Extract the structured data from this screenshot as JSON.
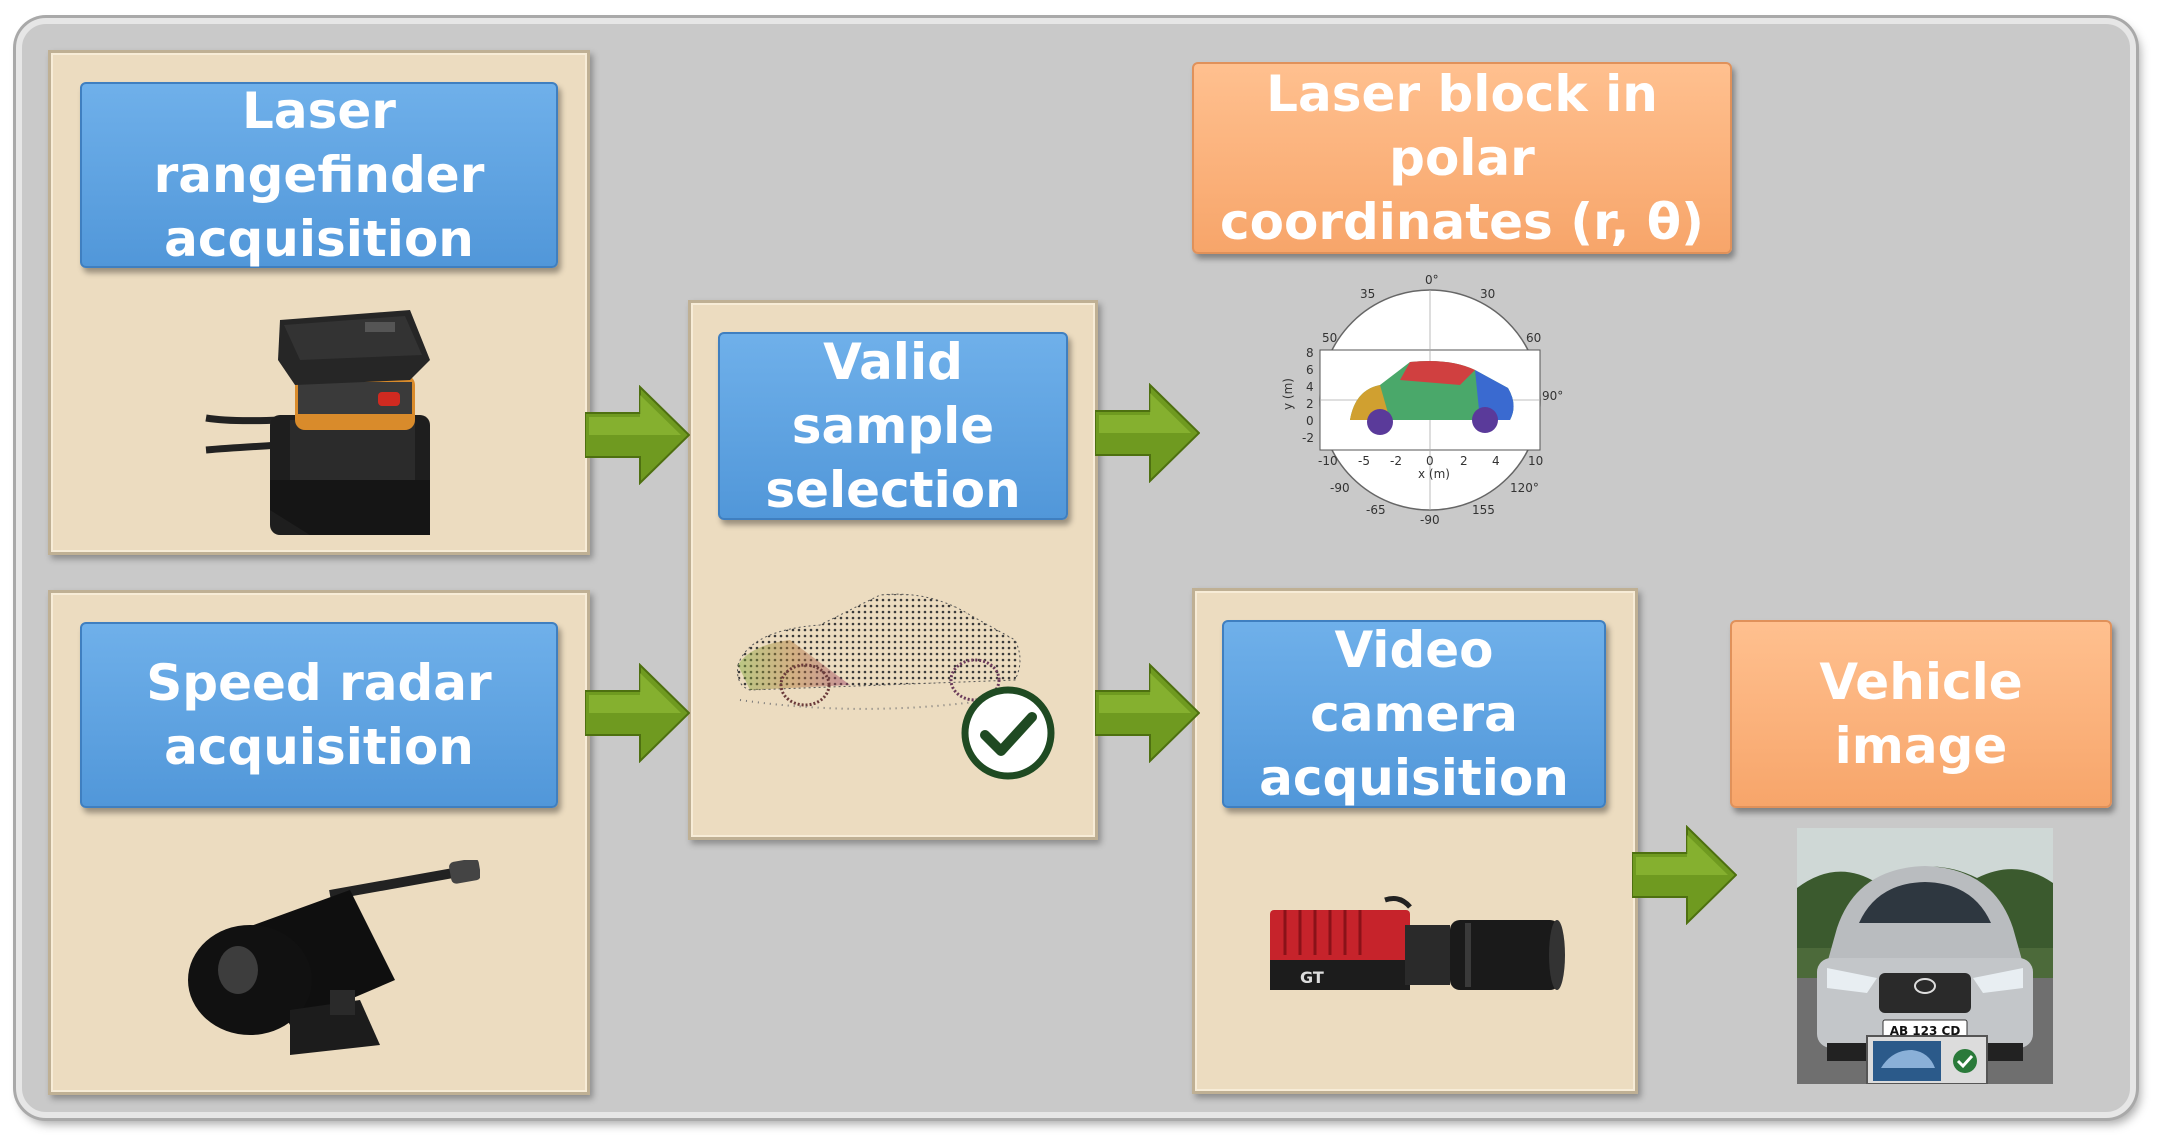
{
  "nodes": {
    "laser": {
      "label_line1": "Laser rangefinder",
      "label_line2": "acquisition"
    },
    "radar": {
      "label_line1": "Speed radar",
      "label_line2": "acquisition"
    },
    "valid": {
      "label_line1": "Valid sample",
      "label_line2": "selection"
    },
    "polar": {
      "label_line1": "Laser block in polar",
      "label_line2": "coordinates (r, θ)"
    },
    "video": {
      "label_line1": "Video camera",
      "label_line2": "acquisition"
    },
    "vehicle": {
      "label": "Vehicle image"
    }
  },
  "polar_plot": {
    "angle_labels": [
      "0°",
      "30",
      "35",
      "50",
      "60",
      "90°",
      "120°",
      "155",
      "-90",
      "-65",
      "-90"
    ],
    "x_ticks": [
      "-10",
      "-5",
      "-2",
      "0",
      "2",
      "4",
      "10"
    ],
    "y_ticks": [
      "-2",
      "0",
      "2",
      "4",
      "6",
      "8"
    ],
    "xlabel": "x (m)",
    "ylabel": "y (m)"
  },
  "vehicle_plate": "AB 123 CD",
  "camera_brand": "GT",
  "colors": {
    "box_blue": "#5fa4e3",
    "box_orange": "#fbb27b",
    "panel": "#ecdcc0",
    "background": "#c9c9c9",
    "arrow_green": "#6f9a20",
    "check_green": "#1f4a22"
  }
}
